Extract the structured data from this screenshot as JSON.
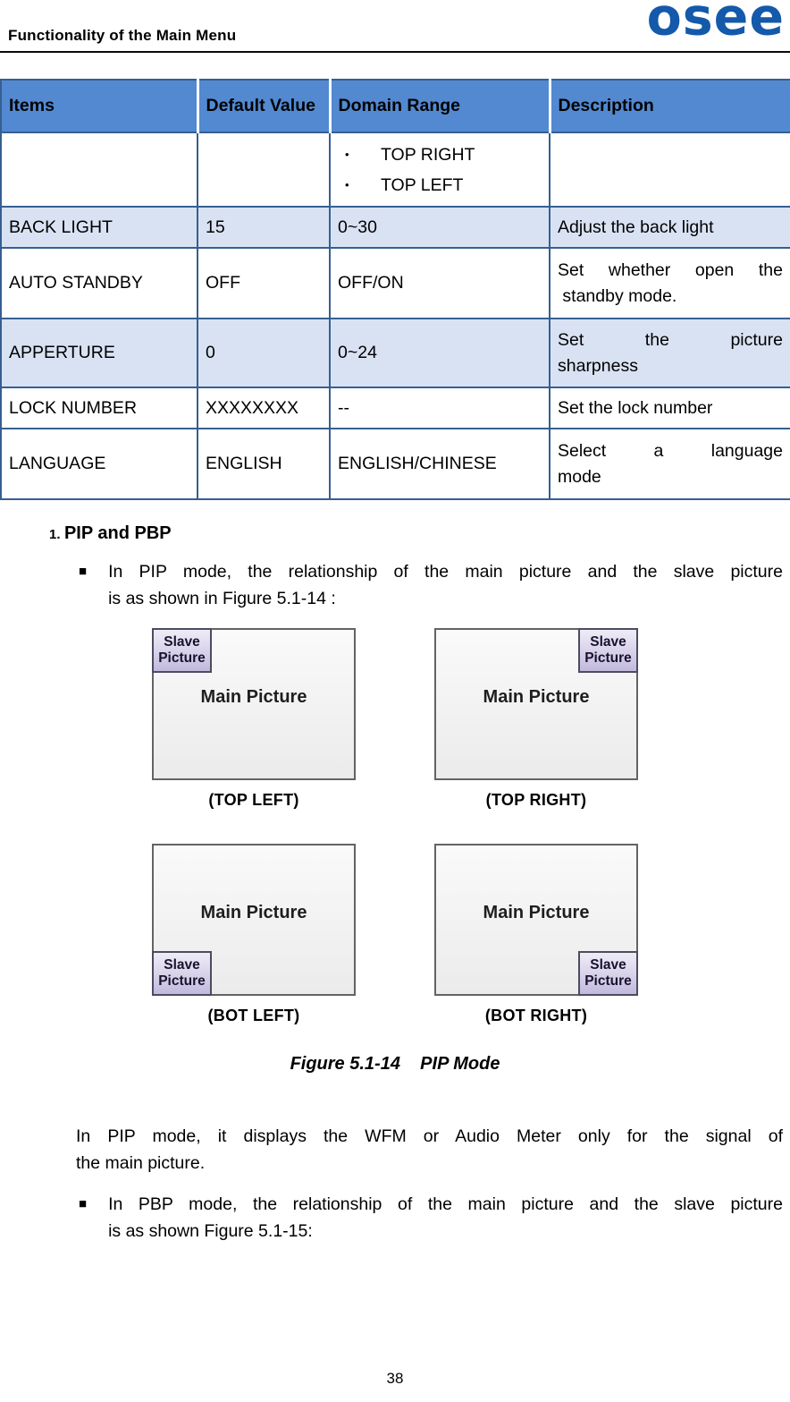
{
  "page": {
    "title": "Functionality of the Main Menu",
    "logo": "osee",
    "number": "38"
  },
  "colors": {
    "header_bg": "#5289d1",
    "row_shade": "#d9e2f3",
    "table_border": "#365f91",
    "logo_blue": "#1459aa",
    "slave_box_top": "#efecf7",
    "slave_box_bottom": "#c2b9dd",
    "main_box": "#f0f0f0"
  },
  "table": {
    "headers": [
      "Items",
      "Default Value",
      "Domain Range",
      "Description"
    ],
    "bullet_char": "•",
    "rows": [
      {
        "item": "",
        "default": "",
        "domain_bullets": [
          "TOP RIGHT",
          "TOP LEFT"
        ],
        "desc_lines": []
      },
      {
        "item": "BACK LIGHT",
        "default": "15",
        "domain": "0~30",
        "desc_lines": [
          "Adjust the back light"
        ]
      },
      {
        "item": "AUTO STANDBY",
        "default": "OFF",
        "domain": "OFF/ON",
        "desc_lines": [
          "Set whether open the",
          " standby mode."
        ]
      },
      {
        "item": "APPERTURE",
        "default": "0",
        "domain": "0~24",
        "desc_lines": [
          "Set the picture",
          "sharpness"
        ]
      },
      {
        "item": "LOCK NUMBER",
        "default": "XXXXXXXX",
        "domain": "--",
        "desc_lines": [
          "Set the lock number"
        ]
      },
      {
        "item": "LANGUAGE",
        "default": "ENGLISH",
        "domain": "ENGLISH/CHINESE",
        "desc_lines": [
          "Select a language",
          "mode"
        ]
      }
    ]
  },
  "section": {
    "number": "1.",
    "title": "PIP and PBP"
  },
  "body": {
    "marker": "■",
    "bullet1_lines": [
      "In PIP mode, the relationship of the main picture and the slave picture",
      "is as shown in Figure 5.1-14 :"
    ],
    "paragraph_lines": [
      "In PIP mode, it displays the WFM or Audio Meter only for the signal of",
      "the main picture."
    ],
    "bullet2_lines": [
      "In PBP mode, the relationship of the main picture and the slave picture",
      "is as shown Figure 5.1-15:"
    ]
  },
  "figure": {
    "caption": "Figure 5.1-14    PIP Mode",
    "main_label": "Main Picture",
    "slave_label": "Slave Picture",
    "panel_captions": [
      "(TOP LEFT)",
      "(TOP RIGHT)",
      "(BOT LEFT)",
      "(BOT RIGHT)"
    ]
  }
}
